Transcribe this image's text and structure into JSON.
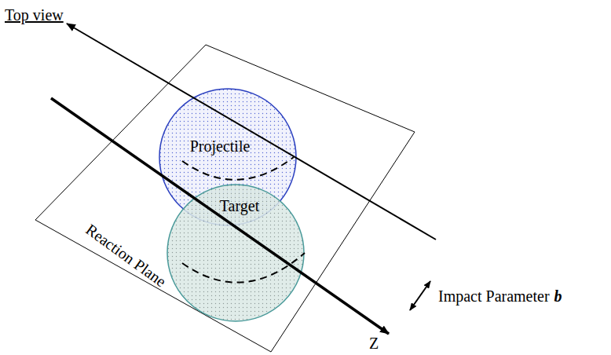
{
  "diagram": {
    "nodes": [
      {
        "text": [
          "Projectile"
        ]
      },
      {
        "text": [
          "Target"
        ]
      }
    ],
    "labels": [
      "Top view",
      "Reaction Plane",
      "Impact Parameter",
      "b",
      "Z"
    ]
  }
}
